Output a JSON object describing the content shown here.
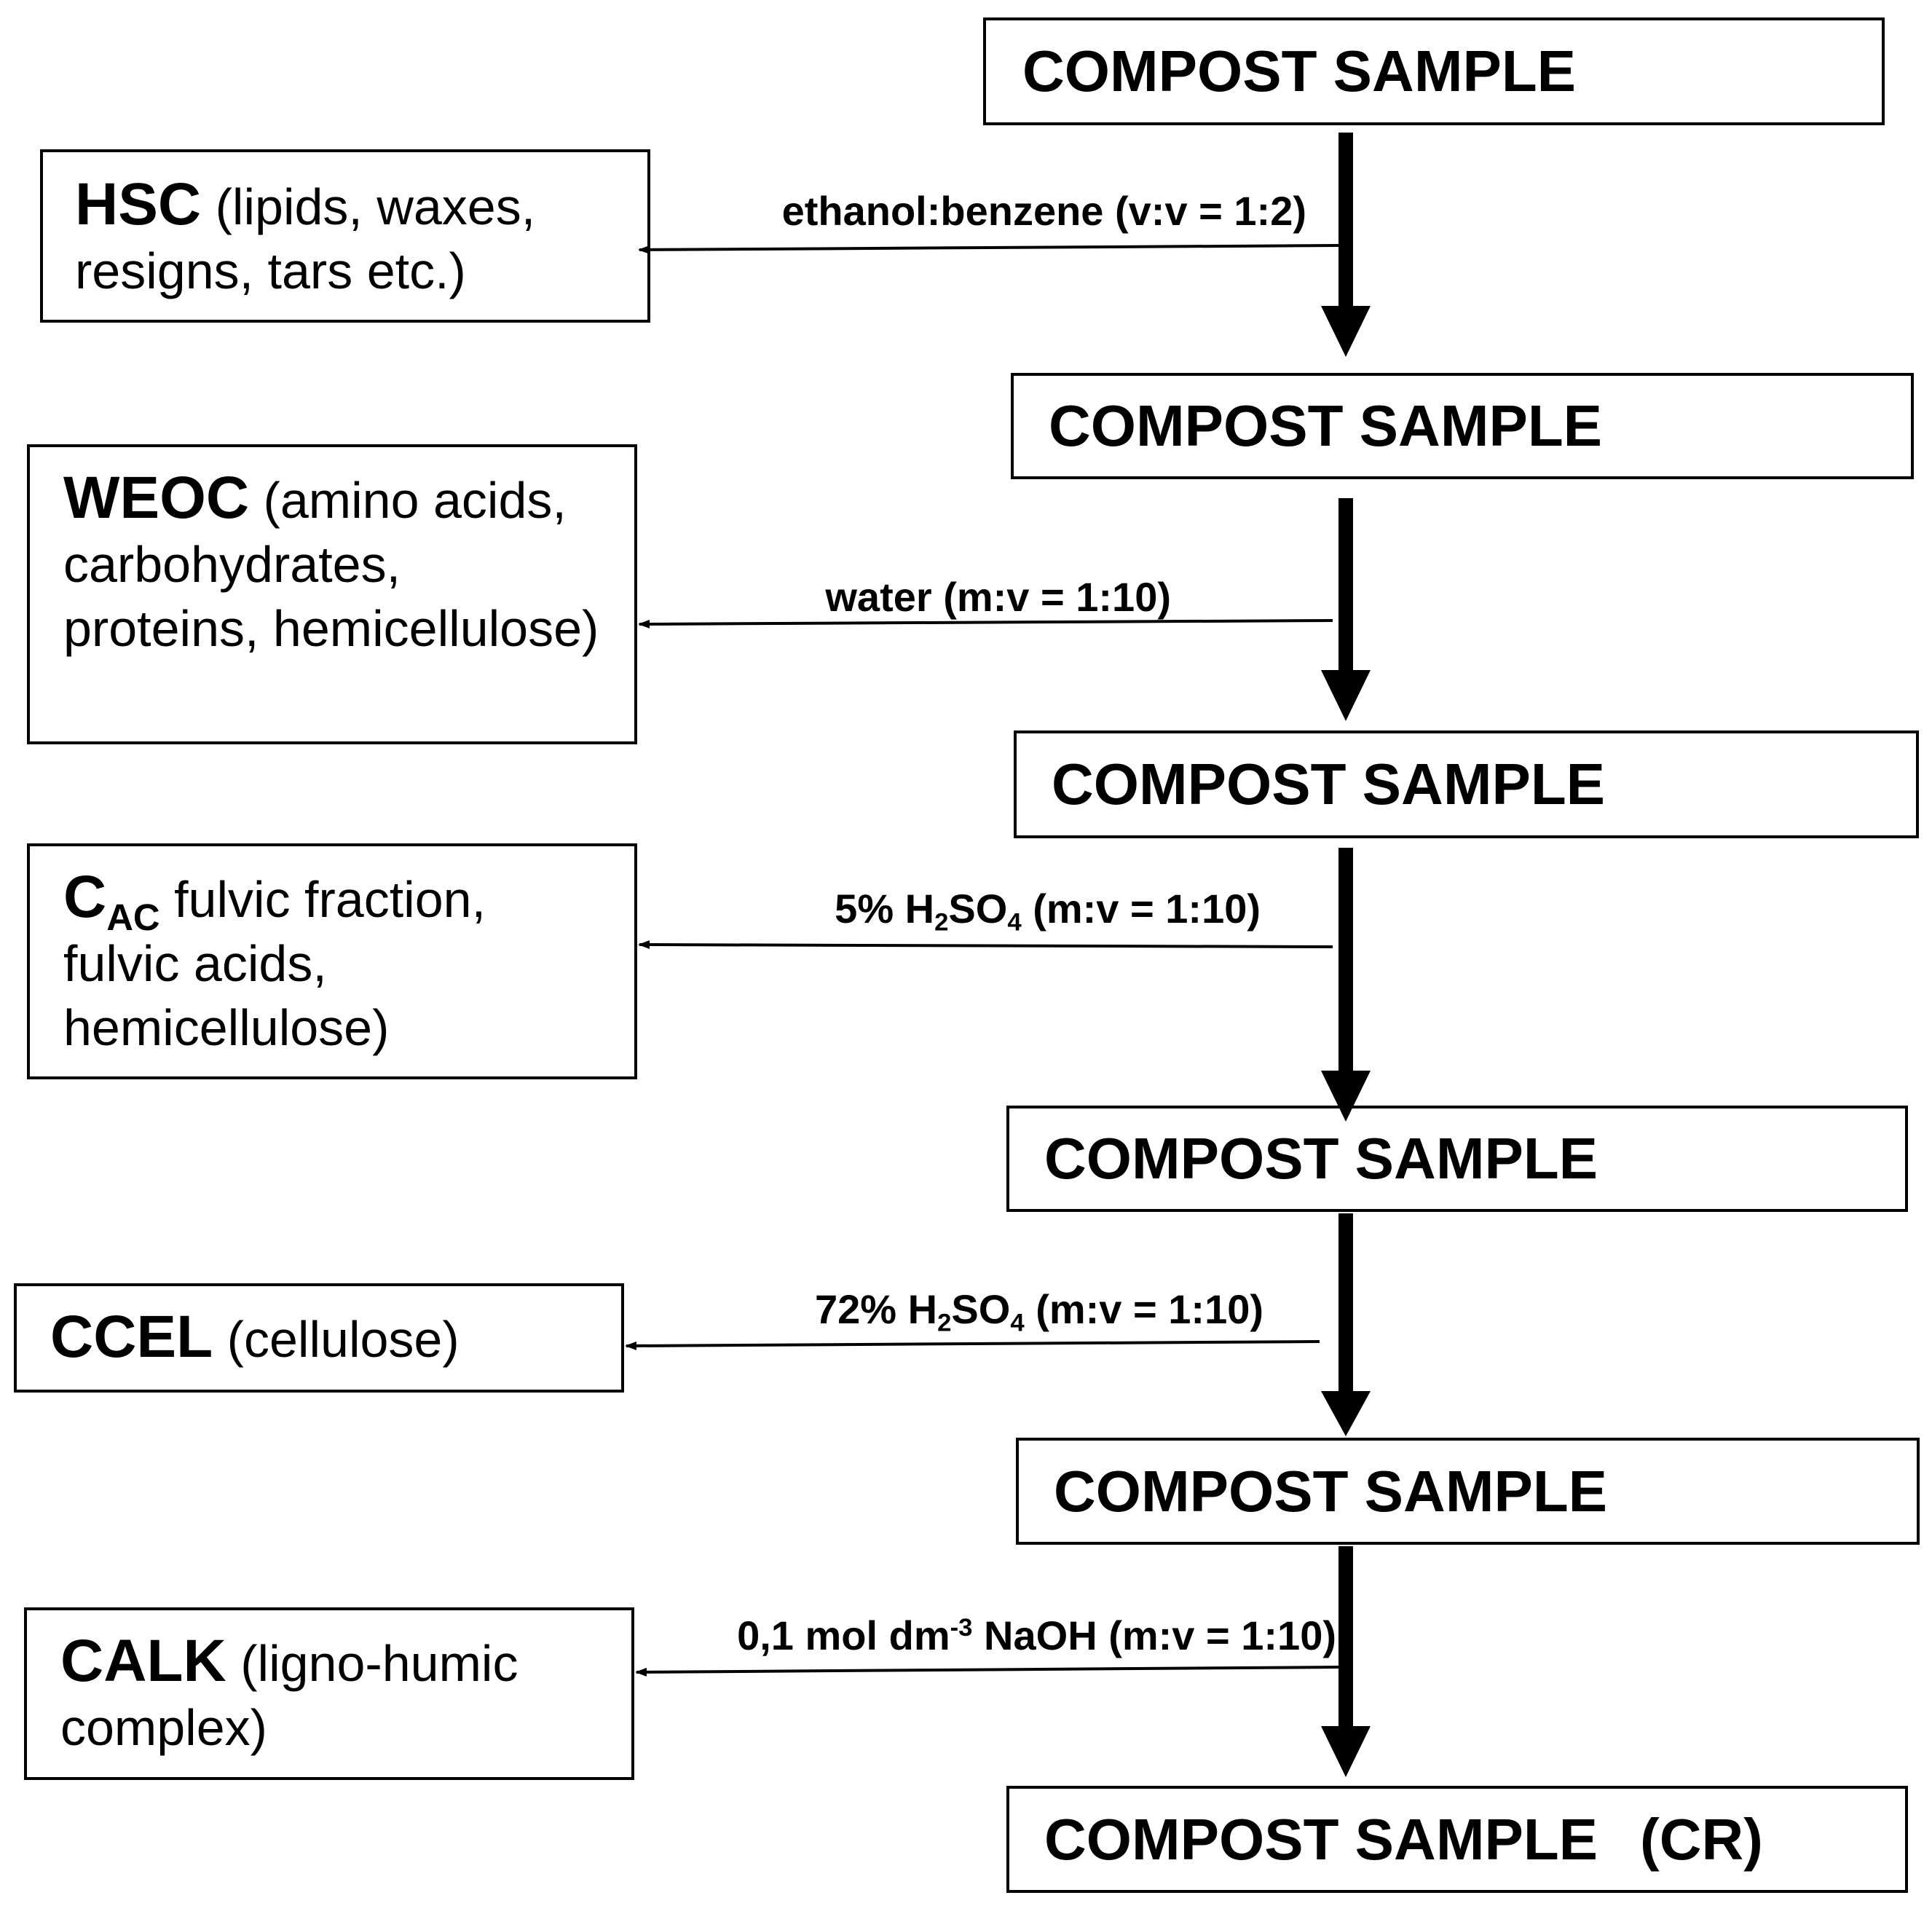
{
  "samples": [
    {
      "label": "COMPOST SAMPLE",
      "suffix": ""
    },
    {
      "label": "COMPOST SAMPLE",
      "suffix": ""
    },
    {
      "label": "COMPOST SAMPLE",
      "suffix": ""
    },
    {
      "label": "COMPOST SAMPLE",
      "suffix": ""
    },
    {
      "label": "COMPOST SAMPLE",
      "suffix": ""
    },
    {
      "label": "COMPOST SAMPLE",
      "suffix": "(CR)"
    }
  ],
  "fractions": [
    {
      "code": "HSC",
      "code_sub": "",
      "description": "(lipids, waxes, resigns, tars etc.)"
    },
    {
      "code": "WEOC",
      "code_sub": "",
      "description": "(amino acids, carbohydrates, proteins, hemicellulose)"
    },
    {
      "code": "C",
      "code_sub": "AC",
      "description": "fulvic fraction, fulvic acids, hemicellulose)"
    },
    {
      "code": "CCEL",
      "code_sub": "",
      "description": "(cellulose)"
    },
    {
      "code": "CALK",
      "code_sub": "",
      "description": "(ligno-humic complex)"
    }
  ],
  "reagents": [
    {
      "text": "ethanol:benzene (v:v = 1:2)"
    },
    {
      "text": "water (m:v = 1:10)"
    },
    {
      "pre": "5% H",
      "sub1": "2",
      "mid": "SO",
      "sub2": "4",
      "post": " (m:v = 1:10)"
    },
    {
      "pre": "72% H",
      "sub1": "2",
      "mid": "SO",
      "sub2": "4",
      "post": " (m:v = 1:10)"
    },
    {
      "pre": "0,1 mol dm",
      "sup": "-3",
      "post": " NaOH (m:v = 1:10)"
    }
  ]
}
